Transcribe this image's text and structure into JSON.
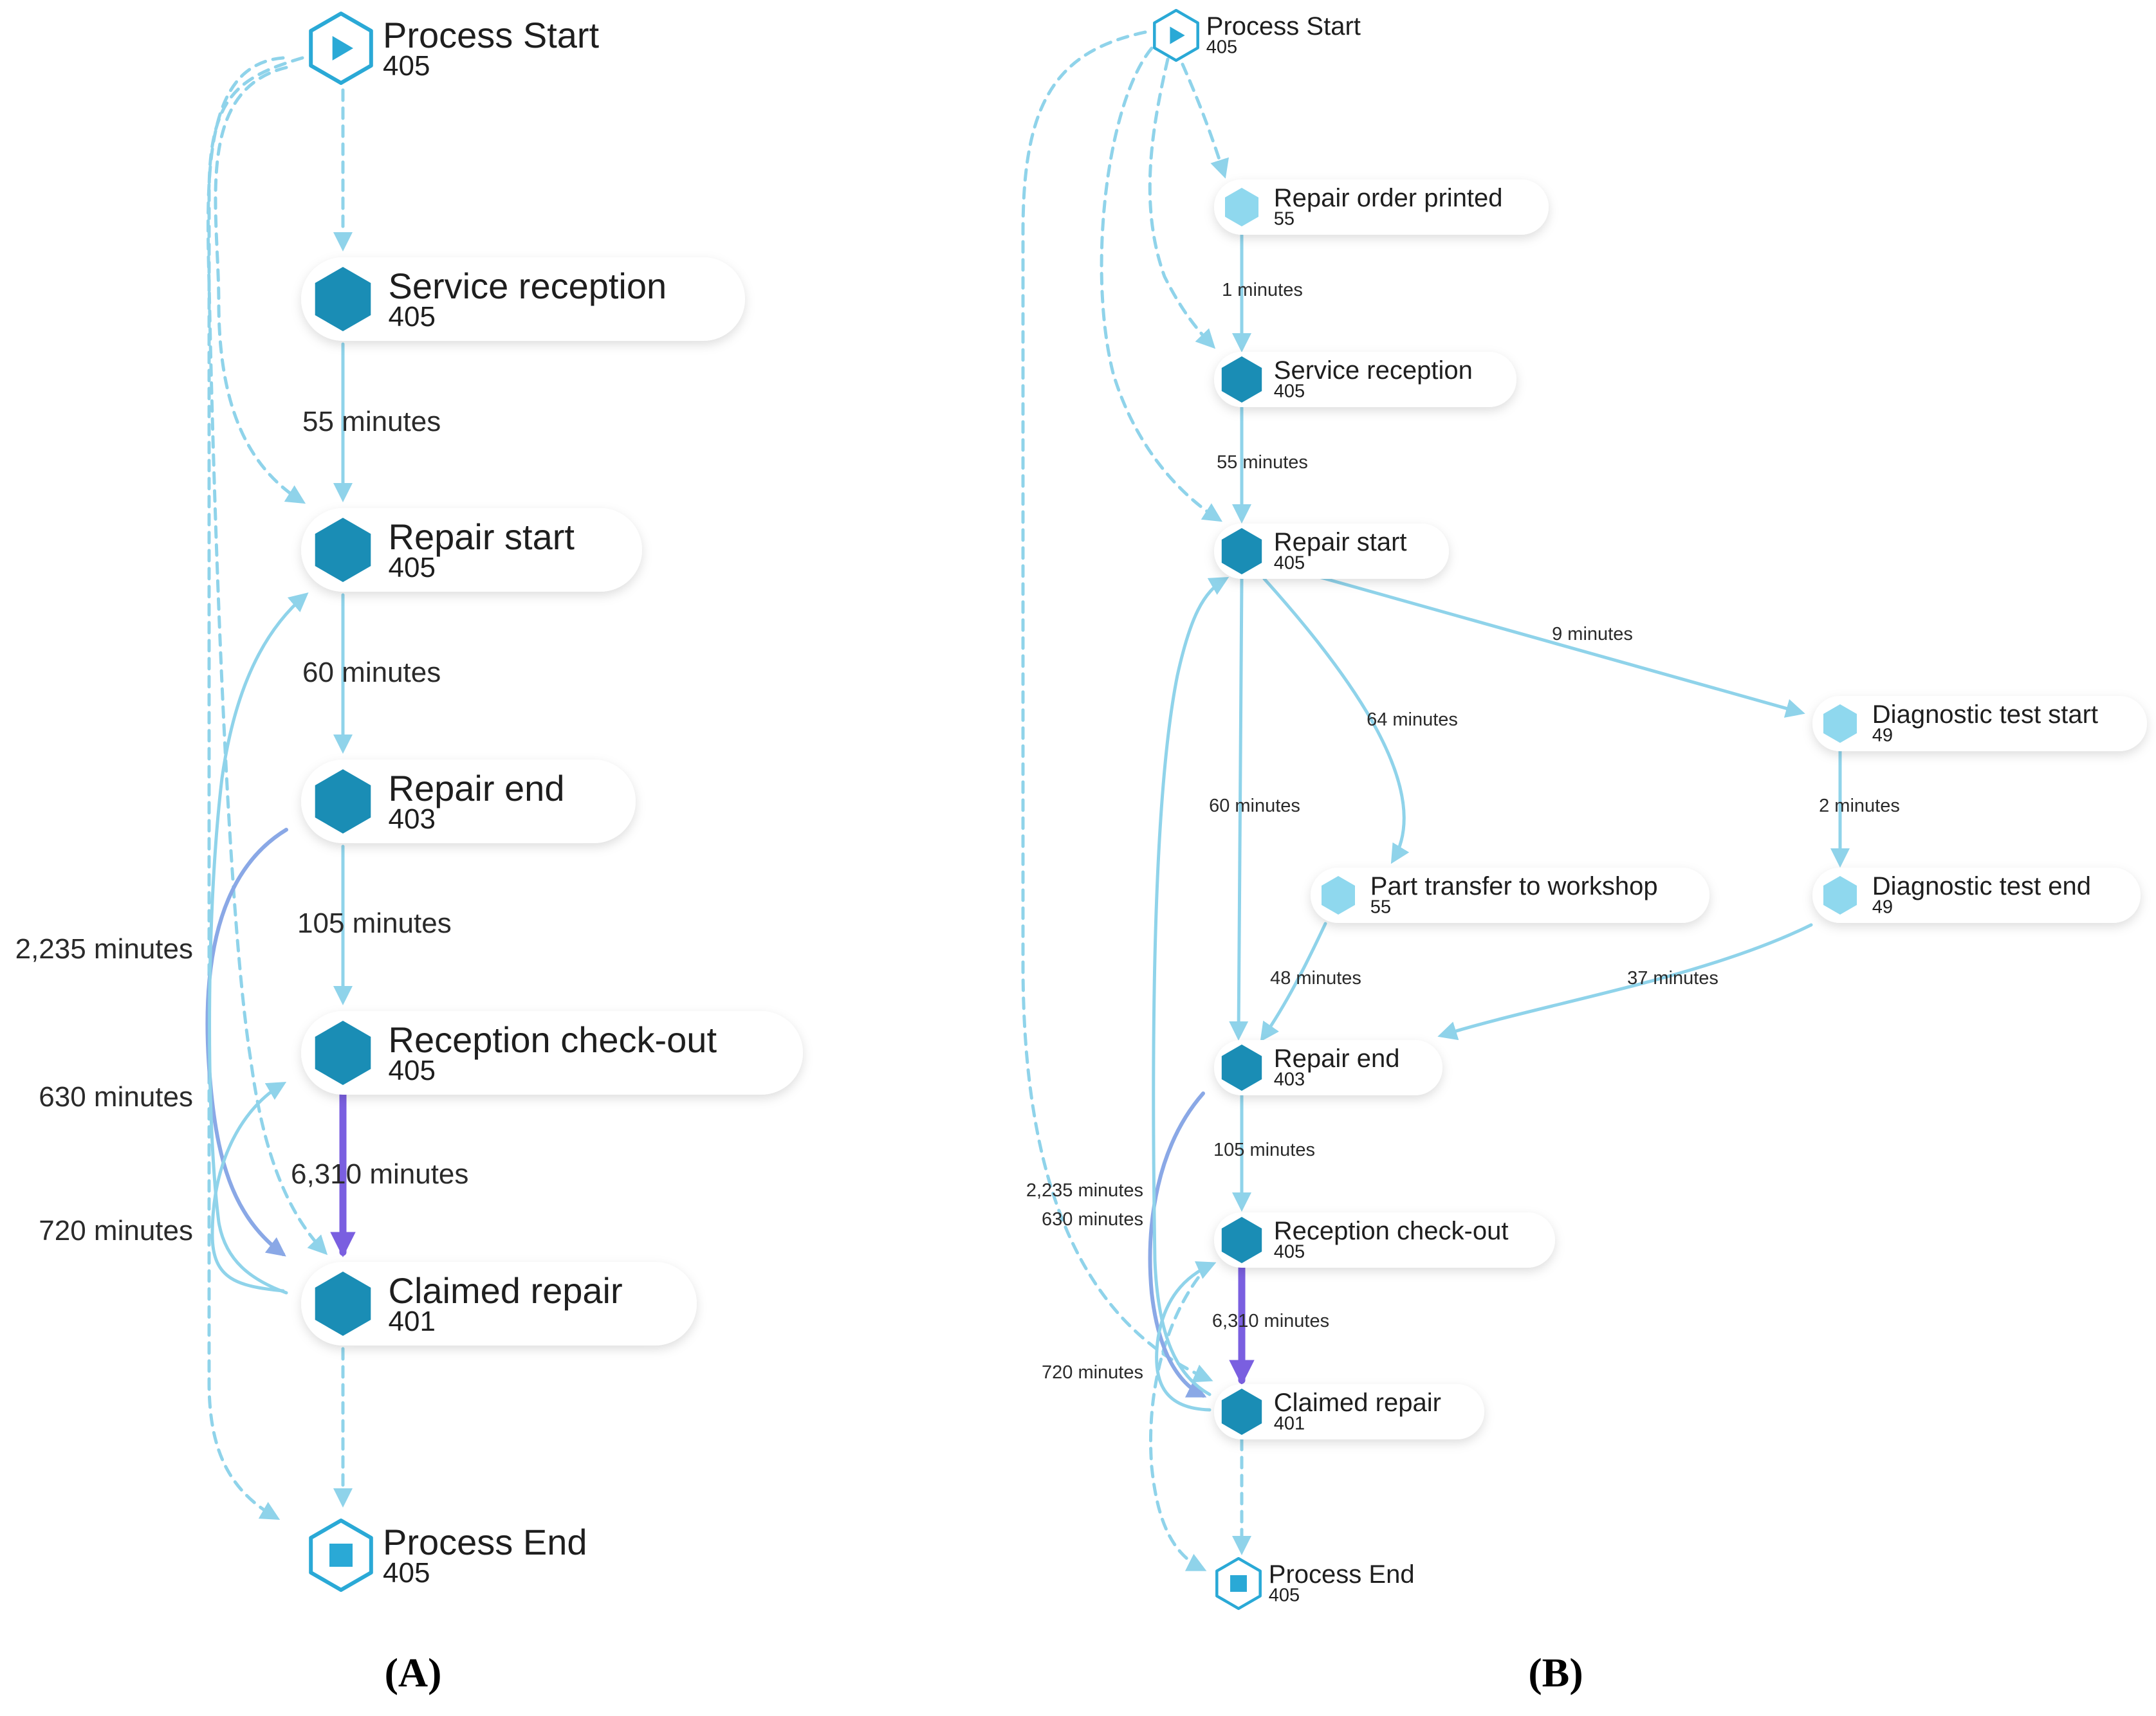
{
  "colors": {
    "edge": "#8fd3ea",
    "edge_blue": "#8aa8e6",
    "edge_heavy": "#7a5fe0",
    "node_dark": "#1a8db5",
    "node_light": "#8fd8ee",
    "terminal": "#2aa9d6",
    "pill_bg": "#ffffff"
  },
  "panels": [
    {
      "caption": "(A)",
      "nodes": [
        {
          "id": "start",
          "kind": "start",
          "name": "Process Start",
          "count": "405"
        },
        {
          "id": "service",
          "kind": "dark",
          "name": "Service reception",
          "count": "405"
        },
        {
          "id": "repair_start",
          "kind": "dark",
          "name": "Repair start",
          "count": "405"
        },
        {
          "id": "repair_end",
          "kind": "dark",
          "name": "Repair end",
          "count": "403"
        },
        {
          "id": "checkout",
          "kind": "dark",
          "name": "Reception check-out",
          "count": "405"
        },
        {
          "id": "claimed",
          "kind": "dark",
          "name": "Claimed repair",
          "count": "401"
        },
        {
          "id": "end",
          "kind": "end",
          "name": "Process End",
          "count": "405"
        }
      ],
      "edges": [
        {
          "id": "a_s_sr",
          "from": "start",
          "to": "service",
          "style": "dashed",
          "label": ""
        },
        {
          "id": "a_sr_rs",
          "from": "service",
          "to": "repair_start",
          "style": "solid",
          "label": "55 minutes"
        },
        {
          "id": "a_rs_re",
          "from": "repair_start",
          "to": "repair_end",
          "style": "solid",
          "label": "60 minutes"
        },
        {
          "id": "a_re_co",
          "from": "repair_end",
          "to": "checkout",
          "style": "solid",
          "label": "105 minutes"
        },
        {
          "id": "a_co_cr",
          "from": "checkout",
          "to": "claimed",
          "style": "heavy",
          "label": "6,310 minutes"
        },
        {
          "id": "a_cr_e",
          "from": "claimed",
          "to": "end",
          "style": "dashed",
          "label": ""
        },
        {
          "id": "a_s_rs",
          "from": "start",
          "to": "repair_start",
          "style": "dashed",
          "label": ""
        },
        {
          "id": "a_s_cr",
          "from": "start",
          "to": "claimed",
          "style": "dashed",
          "label": ""
        },
        {
          "id": "a_s_e",
          "from": "start",
          "to": "end",
          "style": "dashed",
          "label": ""
        },
        {
          "id": "a_re_cr",
          "from": "repair_end",
          "to": "claimed",
          "style": "blue",
          "label": "2,235 minutes"
        },
        {
          "id": "a_cr_rs",
          "from": "claimed",
          "to": "repair_start",
          "style": "solid",
          "label": "630 minutes"
        },
        {
          "id": "a_cr_co",
          "from": "claimed",
          "to": "checkout",
          "style": "solid",
          "label": "720 minutes"
        }
      ]
    },
    {
      "caption": "(B)",
      "nodes": [
        {
          "id": "start",
          "kind": "start",
          "name": "Process Start",
          "count": "405"
        },
        {
          "id": "printed",
          "kind": "light",
          "name": "Repair order printed",
          "count": "55"
        },
        {
          "id": "service",
          "kind": "dark",
          "name": "Service reception",
          "count": "405"
        },
        {
          "id": "repair_start",
          "kind": "dark",
          "name": "Repair start",
          "count": "405"
        },
        {
          "id": "diag_start",
          "kind": "light",
          "name": "Diagnostic test start",
          "count": "49"
        },
        {
          "id": "part_transfer",
          "kind": "light",
          "name": "Part transfer to workshop",
          "count": "55"
        },
        {
          "id": "diag_end",
          "kind": "light",
          "name": "Diagnostic test end",
          "count": "49"
        },
        {
          "id": "repair_end",
          "kind": "dark",
          "name": "Repair end",
          "count": "403"
        },
        {
          "id": "checkout",
          "kind": "dark",
          "name": "Reception check-out",
          "count": "405"
        },
        {
          "id": "claimed",
          "kind": "dark",
          "name": "Claimed repair",
          "count": "401"
        },
        {
          "id": "end",
          "kind": "end",
          "name": "Process End",
          "count": "405"
        }
      ],
      "edges": [
        {
          "id": "b_s_pr",
          "from": "start",
          "to": "printed",
          "style": "dashed",
          "label": ""
        },
        {
          "id": "b_s_sr",
          "from": "start",
          "to": "service",
          "style": "dashed",
          "label": ""
        },
        {
          "id": "b_s_rs",
          "from": "start",
          "to": "repair_start",
          "style": "dashed",
          "label": ""
        },
        {
          "id": "b_s_cr",
          "from": "start",
          "to": "claimed",
          "style": "dashed",
          "label": ""
        },
        {
          "id": "b_pr_sr",
          "from": "printed",
          "to": "service",
          "style": "solid",
          "label": "1 minutes"
        },
        {
          "id": "b_sr_rs",
          "from": "service",
          "to": "repair_start",
          "style": "solid",
          "label": "55 minutes"
        },
        {
          "id": "b_rs_ds",
          "from": "repair_start",
          "to": "diag_start",
          "style": "solid",
          "label": "9 minutes"
        },
        {
          "id": "b_rs_pt",
          "from": "repair_start",
          "to": "part_transfer",
          "style": "solid",
          "label": "64 minutes"
        },
        {
          "id": "b_rs_re",
          "from": "repair_start",
          "to": "repair_end",
          "style": "solid",
          "label": "60 minutes"
        },
        {
          "id": "b_ds_de",
          "from": "diag_start",
          "to": "diag_end",
          "style": "solid",
          "label": "2 minutes"
        },
        {
          "id": "b_pt_re",
          "from": "part_transfer",
          "to": "repair_end",
          "style": "solid",
          "label": "48 minutes"
        },
        {
          "id": "b_de_re",
          "from": "diag_end",
          "to": "repair_end",
          "style": "solid",
          "label": "37 minutes"
        },
        {
          "id": "b_re_co",
          "from": "repair_end",
          "to": "checkout",
          "style": "solid",
          "label": "105 minutes"
        },
        {
          "id": "b_co_cr",
          "from": "checkout",
          "to": "claimed",
          "style": "heavy",
          "label": "6,310 minutes"
        },
        {
          "id": "b_cr_e",
          "from": "claimed",
          "to": "end",
          "style": "dashed",
          "label": ""
        },
        {
          "id": "b_co_e",
          "from": "checkout",
          "to": "end",
          "style": "dashed",
          "label": ""
        },
        {
          "id": "b_re_cr",
          "from": "repair_end",
          "to": "claimed",
          "style": "blue",
          "label": "2,235 minutes"
        },
        {
          "id": "b_cr_rs",
          "from": "claimed",
          "to": "repair_start",
          "style": "solid",
          "label": "630 minutes"
        },
        {
          "id": "b_cr_co",
          "from": "claimed",
          "to": "checkout",
          "style": "solid",
          "label": "720 minutes"
        }
      ]
    }
  ]
}
